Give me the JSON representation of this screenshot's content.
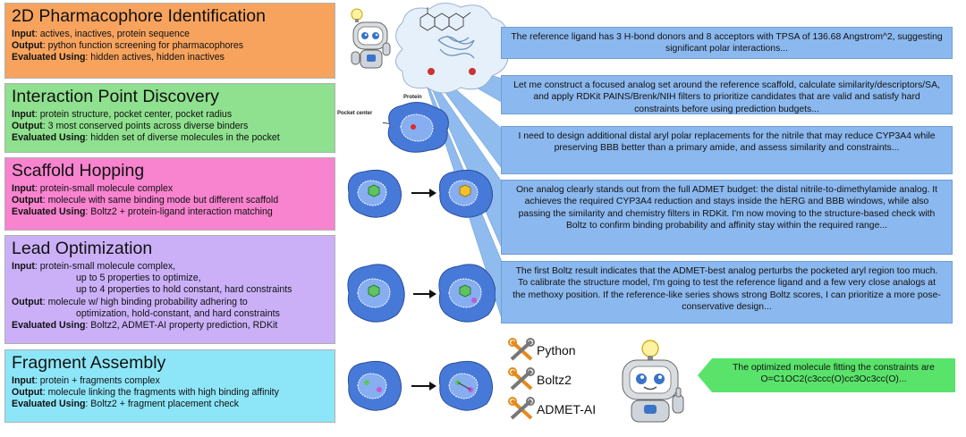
{
  "tasks": [
    {
      "title": "2D Pharmacophore Identification",
      "input_label": "Input",
      "input": ": actives, inactives, protein sequence",
      "output_label": "Output",
      "output": ": python function screening for pharmacophores",
      "eval_label": "Evaluated Using",
      "eval": ": hidden actives, hidden inactives",
      "color": "#f7a35e"
    },
    {
      "title": "Interaction Point Discovery",
      "input_label": "Input",
      "input": ": protein structure, pocket center, pocket radius",
      "output_label": "Output",
      "output": ": 3 most conserved points across diverse binders",
      "eval_label": "Evaluated Using",
      "eval": ": hidden set of diverse molecules in the pocket",
      "color": "#8fe08f"
    },
    {
      "title": "Scaffold Hopping",
      "input_label": "Input",
      "input": ": protein-small molecule complex",
      "output_label": "Output",
      "output": ": molecule with same binding mode but different scaffold",
      "eval_label": "Evaluated Using",
      "eval": ": Boltz2 + protein-ligand interaction matching",
      "color": "#f883cf"
    },
    {
      "title": "Lead Optimization",
      "input_label": "Input",
      "input": ": protein-small molecule complex,",
      "input_extra": [
        "up to 5 properties to optimize,",
        "up to 4 properties to hold constant, hard constraints"
      ],
      "output_label": "Output",
      "output": ": molecule w/ high binding probability adhering to",
      "output_extra": [
        "optimization, hold-constant, and hard constraints"
      ],
      "eval_label": "Evaluated Using",
      "eval": ": Boltz2, ADMET-AI property prediction, RDKit",
      "color": "#cbb0f8"
    },
    {
      "title": "Fragment Assembly",
      "input_label": "Input",
      "input": ": protein + fragments complex",
      "output_label": "Output",
      "output": ": molecule linking the fragments with high binding affinity",
      "eval_label": "Evaluated Using",
      "eval": ": Boltz2 + fragment placement check",
      "color": "#8de6f8"
    }
  ],
  "labels": {
    "protein": "Protein",
    "pocket_center": "Pocket center"
  },
  "bubbles": [
    "The reference ligand has 3 H-bond donors and 8 acceptors with TPSA of 136.68 Angstrom^2, suggesting significant polar interactions...",
    "Let me construct a focused analog set around the reference scaffold, calculate similarity/descriptors/SA, and apply RDKit PAINS/Brenk/NIH filters to prioritize candidates that are valid and satisfy hard constraints before using prediction budgets...",
    "I need to design additional distal aryl polar replacements for the nitrile that may reduce CYP3A4 while preserving BBB better than a primary amide, and assess similarity and constraints...",
    "One analog clearly stands out from the full ADMET budget: the distal nitrile-to-dimethylamide analog. It achieves the required CYP3A4 reduction and stays inside the hERG and BBB windows, while also passing the similarity and chemistry filters in RDKit. I'm now moving to the structure-based check with Boltz to confirm binding probability and affinity stay within the required range...",
    "The first Boltz result indicates that the ADMET-best analog perturbs the pocketed aryl region too much. To calibrate the structure model, I'm going to test the reference ligand and a few very close analogs at the methoxy position. If the reference-like series shows strong Boltz scores, I can prioritize a more pose-conservative design..."
  ],
  "tools": [
    "Python",
    "Boltz2",
    "ADMET-AI"
  ],
  "final": "The optimized molecule fitting the constraints are O=C1OC2(c3ccc(O)cc3Oc3cc(O)...",
  "colors": {
    "bubble": "#8bb8ee",
    "final": "#59e36a",
    "pocket": "#3f6fd0",
    "wrench": "#e58a1c"
  }
}
